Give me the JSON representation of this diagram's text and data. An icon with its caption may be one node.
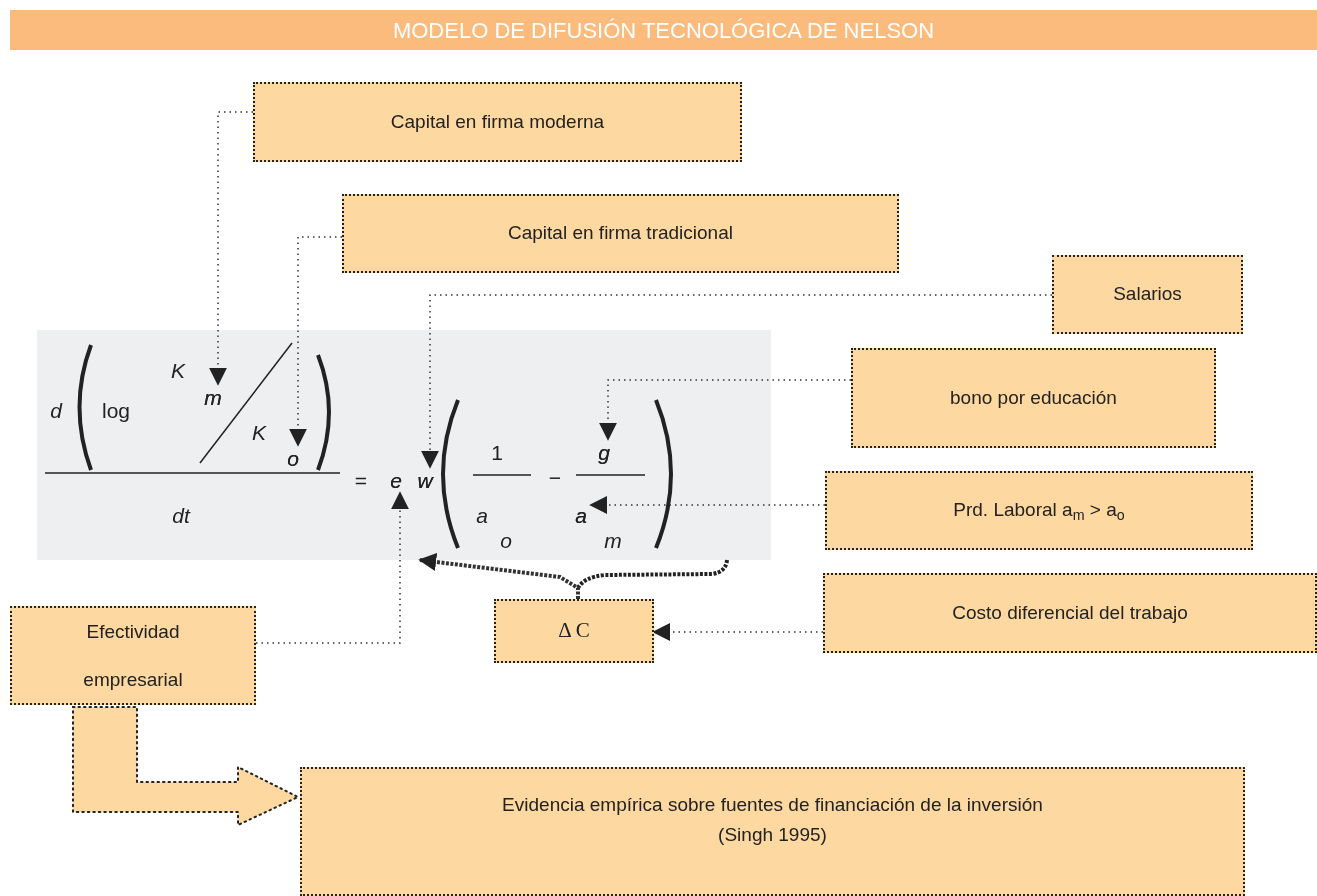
{
  "diagram": {
    "title": "MODELO DE DIFUSIÓN TECNOLÓGICA DE NELSON",
    "nodes": [
      {
        "text": [
          "Capital en firma moderna"
        ]
      },
      {
        "text": [
          "Capital en firma tradicional"
        ]
      },
      {
        "text": [
          "Salarios"
        ]
      },
      {
        "text": [
          "bono por educación"
        ]
      },
      {
        "text": [
          "Prd. Laboral a$_{m}$ > a$_{o}$"
        ]
      },
      {
        "text": [
          "Costo diferencial del trabajo"
        ]
      },
      {
        "text": [
          "Δ C"
        ]
      },
      {
        "text": [
          "Efectividad empresarial"
        ]
      },
      {
        "text": [
          "Evidencia empírica sobre fuentes de financiación de la inversión (Singh 1995)"
        ]
      },
      {
        "text": [],
        "shape": "box"
      },
      {
        "text": [
          "m"
        ],
        "in": 9
      },
      {
        "text": [
          "o"
        ],
        "in": 9
      },
      {
        "text": [
          "e"
        ],
        "in": 9
      },
      {
        "text": [
          "w"
        ],
        "in": 9
      },
      {
        "text": [
          "g"
        ],
        "in": 9
      },
      {
        "text": [
          "a"
        ],
        "in": 9
      }
    ],
    "edges": [
      {
        "from": 0,
        "to": 10,
        "arrow": "to"
      },
      {
        "from": 1,
        "to": 11,
        "arrow": "to"
      },
      {
        "from": 2,
        "to": 13,
        "arrow": "to"
      },
      {
        "from": 3,
        "to": 14,
        "arrow": "to"
      },
      {
        "from": 4,
        "to": 15,
        "arrow": "to"
      },
      {
        "from": 5,
        "to": 6,
        "arrow": "to"
      },
      {
        "from": 7,
        "to": 12,
        "arrow": "to"
      },
      {
        "from": 6,
        "to": 9,
        "arrow": "to",
        "style": "dashed"
      },
      {
        "from": 7,
        "to": 8,
        "arrow": "to"
      }
    ],
    "labels": [
      "d",
      "log",
      "K",
      "K",
      "dt",
      "=",
      "1",
      "−",
      "a",
      "o",
      "m"
    ]
  }
}
